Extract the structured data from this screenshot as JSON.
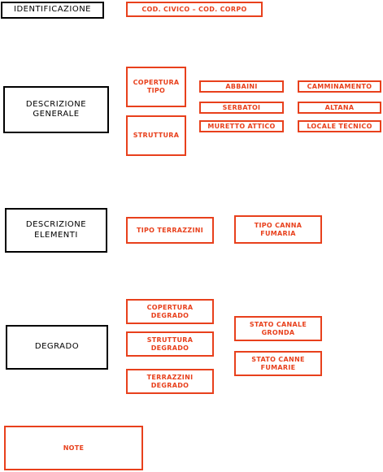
{
  "colors": {
    "black_border": "#000000",
    "orange_border": "#e8401c",
    "background": "#ffffff"
  },
  "sections": {
    "identificazione": "IDENTIFICAZIONE",
    "descrizione_generale": "DESCRIZIONE\nGENERALE",
    "descrizione_elementi": "DESCRIZIONE\nELEMENTI",
    "degrado": "DEGRADO"
  },
  "fields": {
    "cod_civico": "COD. CIVICO – COD. CORPO",
    "copertura_tipo": "COPERTURA\nTIPO",
    "struttura": "STRUTTURA",
    "abbaini": "ABBAINI",
    "camminamento": "CAMMINAMENTO",
    "serbatoi": "SERBATOI",
    "altana": "ALTANA",
    "muretto_attico": "MURETTO ATTICO",
    "locale_tecnico": "LOCALE TECNICO",
    "tipo_terrazzini": "TIPO TERRAZZINI",
    "tipo_canna_fumaria": "TIPO CANNA\nFUMARIA",
    "copertura_degrado": "COPERTURA\nDEGRADO",
    "struttura_degrado": "STRUTTURA\nDEGRADO",
    "terrazzini_degrado": "TERRAZZINI\nDEGRADO",
    "stato_canale_gronda": "STATO CANALE\nGRONDA",
    "stato_canne_fumarie": "STATO CANNE\nFUMARIE",
    "note": "NOTE"
  }
}
